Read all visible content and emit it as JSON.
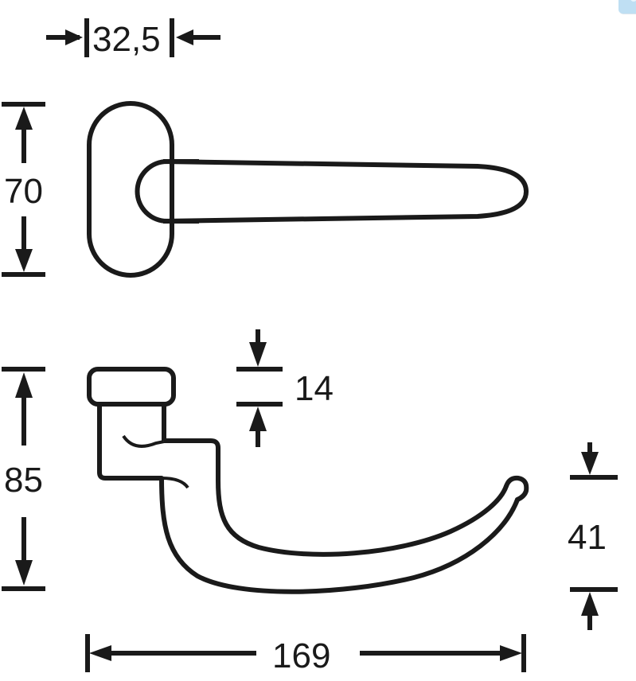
{
  "drawing": {
    "title": "Door lever handle dimensioned drawing",
    "line_color": "#1a1a1a",
    "background_color": "#ffffff",
    "stroke_width": 5
  },
  "dimensions": {
    "rosette_width": {
      "label": "32,5",
      "unit": "mm",
      "orientation": "horizontal",
      "view": "front"
    },
    "rosette_height": {
      "label": "70",
      "unit": "mm",
      "orientation": "vertical",
      "view": "front"
    },
    "handle_height": {
      "label": "85",
      "unit": "mm",
      "orientation": "vertical",
      "view": "side"
    },
    "rosette_thickness": {
      "label": "14",
      "unit": "mm",
      "orientation": "vertical",
      "view": "side"
    },
    "handle_length": {
      "label": "169",
      "unit": "mm",
      "orientation": "horizontal",
      "view": "side"
    },
    "handle_depth": {
      "label": "41",
      "unit": "mm",
      "orientation": "vertical",
      "view": "side"
    }
  },
  "views": {
    "front": {
      "name": "front-elevation"
    },
    "side": {
      "name": "side-elevation"
    }
  },
  "overlay": {
    "badge": {
      "name": "corner-badge",
      "color": "#bfdff3"
    }
  }
}
